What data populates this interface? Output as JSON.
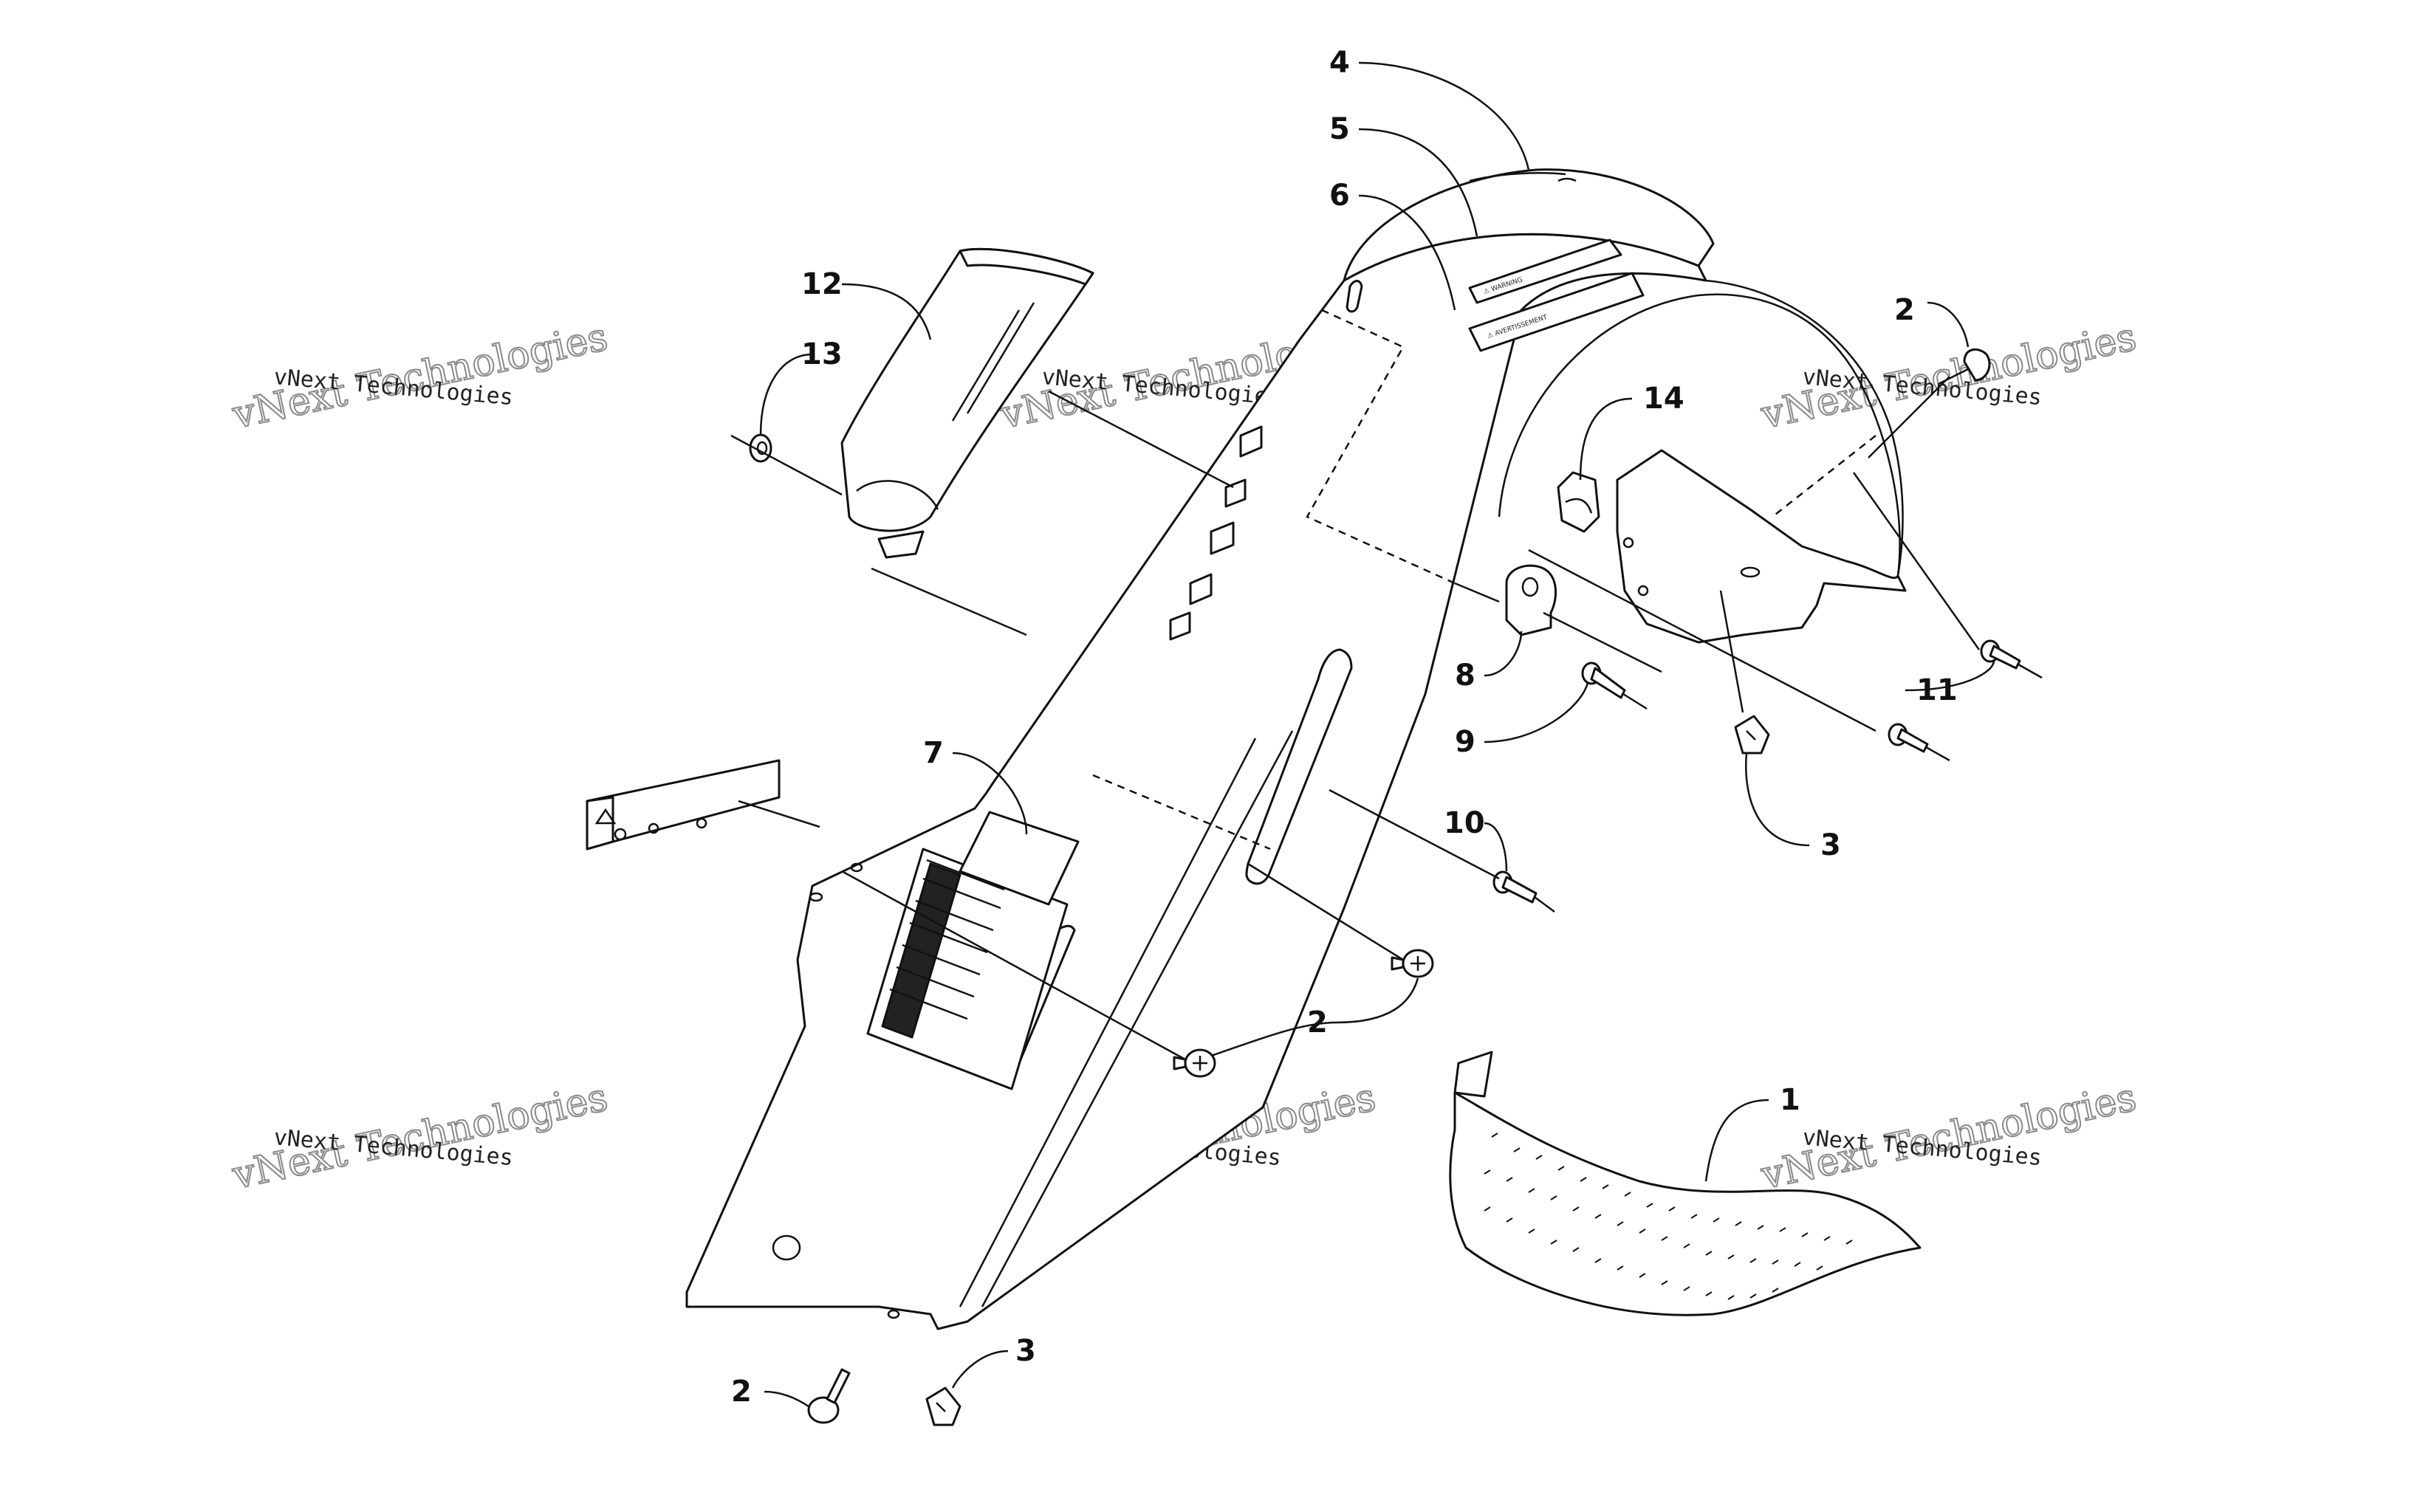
{
  "callouts": {
    "c1": "1",
    "c2a": "2",
    "c2b": "2",
    "c2c": "2",
    "c3a": "3",
    "c3b": "3",
    "c4": "4",
    "c5": "5",
    "c6": "6",
    "c7": "7",
    "c8": "8",
    "c9": "9",
    "c10": "10",
    "c11": "11",
    "c12": "12",
    "c13": "13",
    "c14": "14"
  },
  "watermark": {
    "big": "vNext Technologies",
    "small": "vNext Technologies"
  },
  "decals": {
    "warning_top": "⚠ WARNING",
    "warning_bottom": "⚠ AVERTISSEMENT"
  }
}
